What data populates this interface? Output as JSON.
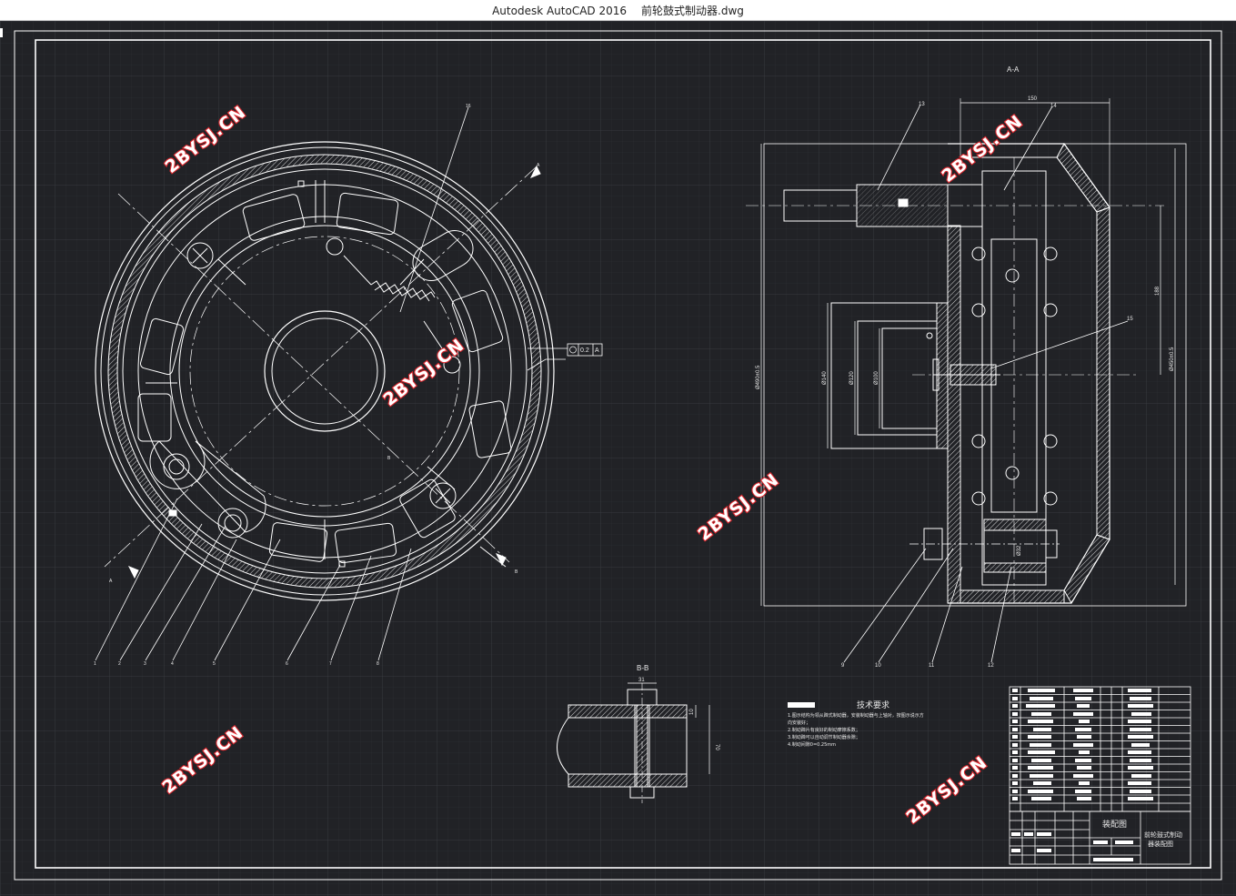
{
  "window": {
    "app_name": "Autodesk AutoCAD 2016",
    "file_name": "前轮鼓式制动器.dwg"
  },
  "drawing": {
    "section_aa": "A-A",
    "section_bb": "B-B",
    "cut_a": "A",
    "cut_b": "B",
    "tolerance": "0.2",
    "datum": "A",
    "dims": {
      "top_width": "150",
      "height_188": "188",
      "d_outer": "Ø450±0.5",
      "d_left": "Ø490±0.5",
      "d140": "Ø140",
      "d120": "Ø120",
      "d100": "Ø100",
      "d32": "Ø32",
      "bb_top": "31",
      "bb_10": "10",
      "bb_70": "70"
    },
    "balloons_left": [
      "1",
      "2",
      "3",
      "4",
      "5",
      "6",
      "7",
      "8"
    ],
    "balloons_right": [
      "9",
      "10",
      "11",
      "12"
    ],
    "balloon_13": "13",
    "balloon_14": "14",
    "balloon_15": "15",
    "balloon_16": "16"
  },
  "tech_requirements": {
    "heading": "技术要求",
    "lines": [
      "1.图示结构为领从蹄式制动器，安装制动器与上轴对，按图示说示方",
      "  向安装好；",
      "2.制动蹄片有良好的制动摩擦系数；",
      "3.制动蹄可以自动调节制动器余隙；",
      "4.制动间隙0=0.25mm"
    ]
  },
  "title_block": {
    "drawing_kind": "装配图",
    "drawing_name_1": "前轮鼓式制动",
    "drawing_name_2": "器装配图"
  },
  "watermarks": [
    "2BYSJ.CN",
    "2BYSJ.CN",
    "2BYSJ.CN",
    "2BYSJ.CN",
    "2BYSJ.CN",
    "2BYSJ.CN"
  ],
  "colors": {
    "background": "#212226",
    "line": "#ffffff",
    "grid": "#34363c",
    "watermark": "#d9262c"
  }
}
